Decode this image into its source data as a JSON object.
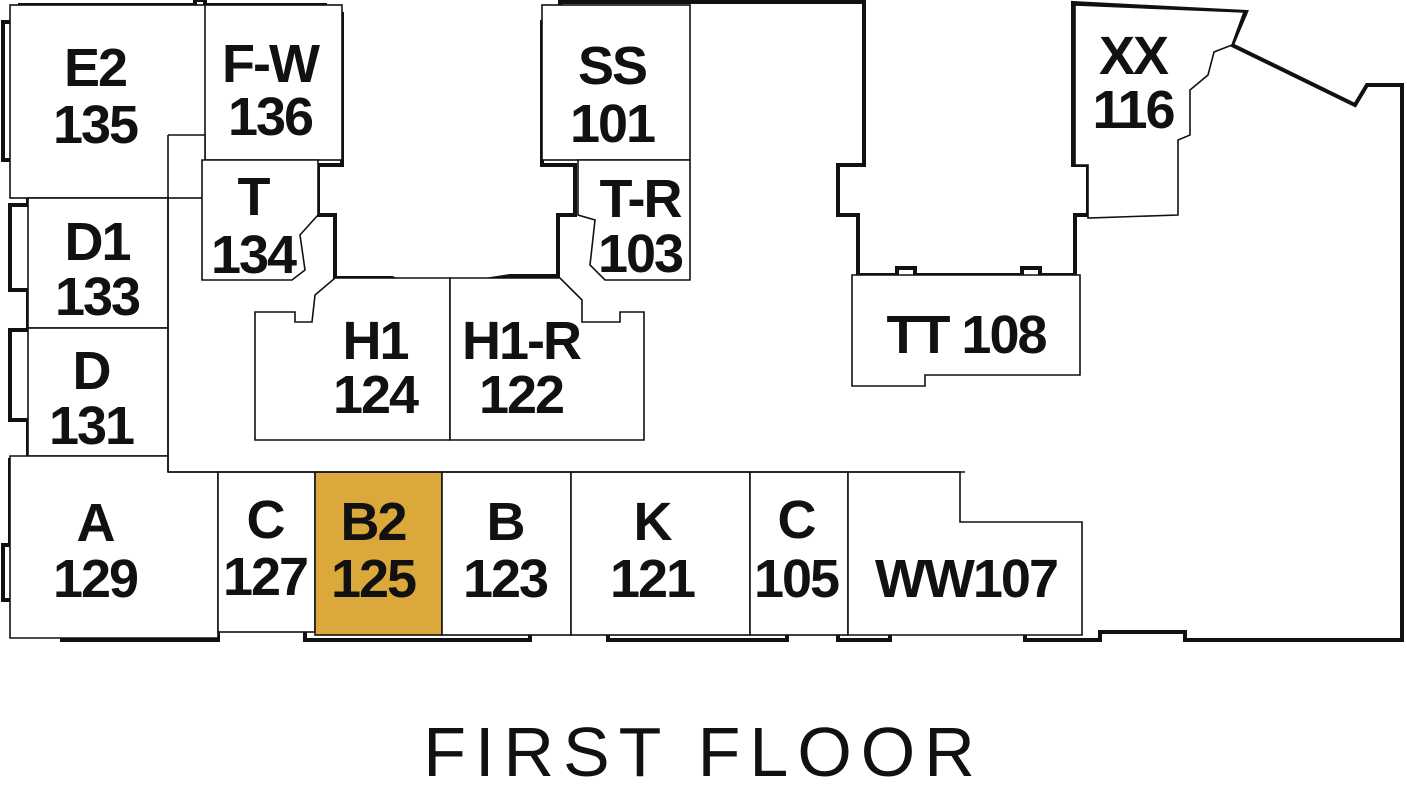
{
  "title": "FIRST FLOOR",
  "highlight_color": "#DBA83C",
  "units": [
    {
      "id": "e2",
      "code": "E2",
      "num": "135",
      "highlight": false
    },
    {
      "id": "fw",
      "code": "F-W",
      "num": "136",
      "highlight": false
    },
    {
      "id": "ss",
      "code": "SS",
      "num": "101",
      "highlight": false
    },
    {
      "id": "xx",
      "code": "XX",
      "num": "116",
      "highlight": false
    },
    {
      "id": "t",
      "code": "T",
      "num": "134",
      "highlight": false
    },
    {
      "id": "tr",
      "code": "T-R",
      "num": "103",
      "highlight": false
    },
    {
      "id": "d1",
      "code": "D1",
      "num": "133",
      "highlight": false
    },
    {
      "id": "d",
      "code": "D",
      "num": "131",
      "highlight": false
    },
    {
      "id": "h1",
      "code": "H1",
      "num": "124",
      "highlight": false
    },
    {
      "id": "h1r",
      "code": "H1-R",
      "num": "122",
      "highlight": false
    },
    {
      "id": "tt",
      "code": "TT 108",
      "num": "",
      "highlight": false
    },
    {
      "id": "a",
      "code": "A",
      "num": "129",
      "highlight": false
    },
    {
      "id": "c127",
      "code": "C",
      "num": "127",
      "highlight": false
    },
    {
      "id": "b2",
      "code": "B2",
      "num": "125",
      "highlight": true
    },
    {
      "id": "b",
      "code": "B",
      "num": "123",
      "highlight": false
    },
    {
      "id": "k",
      "code": "K",
      "num": "121",
      "highlight": false
    },
    {
      "id": "c105",
      "code": "C",
      "num": "105",
      "highlight": false
    },
    {
      "id": "ww",
      "code": "WW107",
      "num": "",
      "highlight": false
    }
  ]
}
